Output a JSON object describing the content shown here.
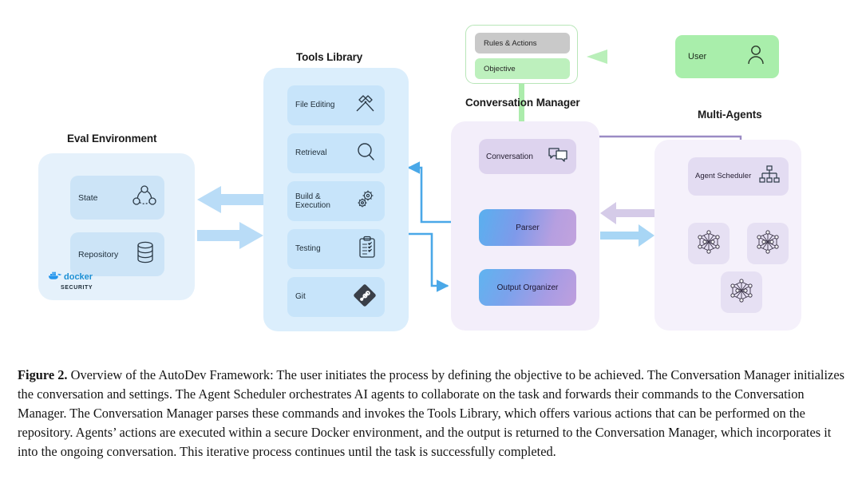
{
  "figure": {
    "panels": {
      "eval_environment": {
        "title": "Eval Environment",
        "items": [
          {
            "label": "State",
            "icon": "state-graph-icon"
          },
          {
            "label": "Repository",
            "icon": "database-icon"
          }
        ],
        "badge": {
          "word": "docker",
          "sub": "SECURITY",
          "icon": "docker-whale-icon"
        }
      },
      "tools_library": {
        "title": "Tools Library",
        "items": [
          {
            "label": "File Editing",
            "icon": "hammer-tools-icon"
          },
          {
            "label": "Retrieval",
            "icon": "magnifier-icon"
          },
          {
            "label": "Build & Execution",
            "icon": "gears-icon"
          },
          {
            "label": "Testing",
            "icon": "clipboard-checklist-icon"
          },
          {
            "label": "Git",
            "icon": "git-icon"
          }
        ]
      },
      "objective_card": {
        "rows": [
          {
            "label": "Rules & Actions",
            "color": "#c9c9c9"
          },
          {
            "label": "Objective",
            "color": "#bdf0bd"
          }
        ]
      },
      "user": {
        "label": "User",
        "icon": "person-icon",
        "color": "#a9eeab"
      },
      "conversation_manager": {
        "title": "Conversation Manager",
        "conversation": {
          "label": "Conversation",
          "icon": "chat-bubbles-icon"
        },
        "parser": {
          "label": "Parser"
        },
        "output_organizer": {
          "label": "Output Organizer"
        }
      },
      "multi_agents": {
        "title": "Multi-Agents",
        "scheduler": {
          "label": "Agent Scheduler",
          "icon": "org-chart-icon"
        },
        "agents": [
          {
            "icon": "neural-network-icon"
          },
          {
            "icon": "neural-network-icon"
          },
          {
            "icon": "neural-network-icon"
          }
        ]
      }
    },
    "colors": {
      "eval_panel": "#e5f1fb",
      "tools_panel": "#dbeefc",
      "cm_panel": "#f3eefa",
      "ma_panel": "#f5f1fb",
      "arrow_blue": "#b9dcf7",
      "arrow_purple": "#d5cbe8",
      "arrow_green": "#b9efb9",
      "wire_blue": "#4aa8e8",
      "wire_purple": "#9b8bc4"
    }
  },
  "caption": {
    "label": "Figure 2.",
    "text": " Overview of the AutoDev Framework: The user initiates the process by defining the objective to be achieved. The Conversation Manager initializes the conversation and settings. The Agent Scheduler orchestrates AI agents to collaborate on the task and forwards their commands to the Conversation Manager. The Conversation Manager parses these commands and invokes the Tools Library, which offers various actions that can be performed on the repository. Agents’ actions are executed within a secure Docker environment, and the output is returned to the Conversation Manager, which incorporates it into the ongoing conversation. This iterative process continues until the task is successfully completed."
  }
}
